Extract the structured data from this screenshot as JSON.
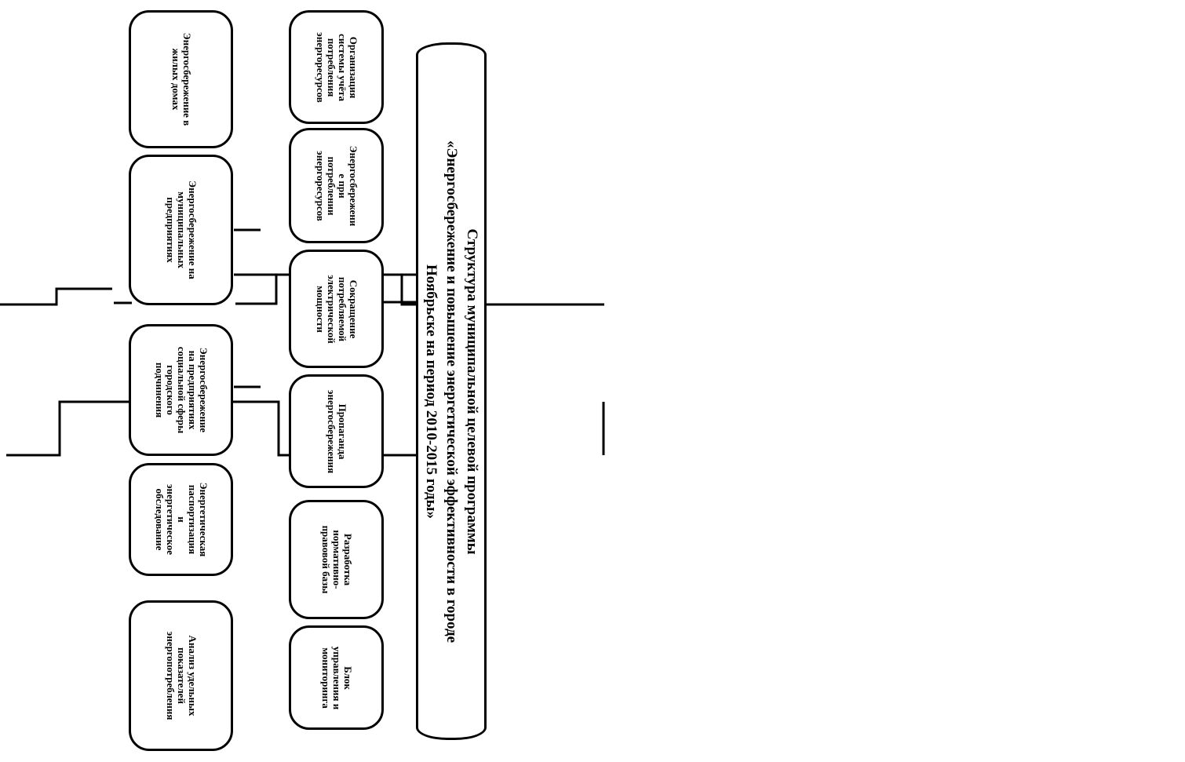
{
  "title": {
    "text": "Структура муниципальной целевой программы\n«Энергосбережение и повышение энергетической эффективности в городе\nНоябрьске на период 2010-2015 годы»"
  },
  "middle_column": [
    {
      "id": "m1",
      "text": "Организация\nсистемы учёта\nпотребления\nэнергоресурсов"
    },
    {
      "id": "m2",
      "text": "Энергосбережени\nе при\nпотреблении\nэнергоресурсов"
    },
    {
      "id": "m3",
      "text": "Сокращение\nпотребляемой\nэлектрической\nмощности"
    },
    {
      "id": "m4",
      "text": "Пропаганда\nэнергосбережения"
    },
    {
      "id": "m5",
      "text": "Разработка\nнормативно-\nправовой базы"
    },
    {
      "id": "m6",
      "text": "Блок\nуправления и\nмониторинга"
    }
  ],
  "left_column": [
    {
      "id": "l1",
      "text": "Энергосбережение в\nжилых домах"
    },
    {
      "id": "l2",
      "text": "Энергосбережение на\nмуниципальных\nпредприятиях"
    },
    {
      "id": "l3",
      "text": "Энергосбережение\nна предприятиях\nсоциальной сферы\nгородского\nподчинения"
    },
    {
      "id": "l4",
      "text": "Энергетическая\nпаспортизация\nи\nэнергетическое\nобследование"
    },
    {
      "id": "l5",
      "text": "Анализ удельных\nпоказателей\nэнергопотребления"
    }
  ]
}
